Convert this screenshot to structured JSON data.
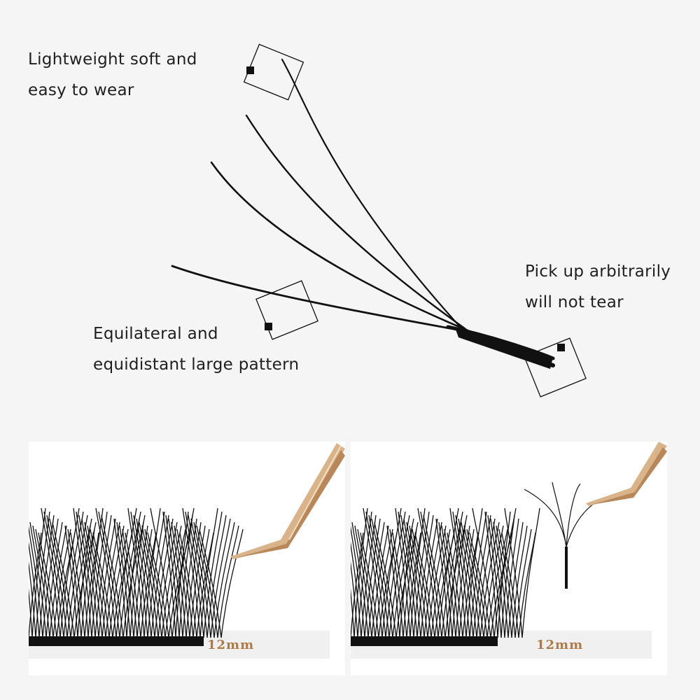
{
  "callouts": {
    "top_left": [
      "Lightweight soft and",
      "easy to wear"
    ],
    "bottom_left": [
      "Equilateral and",
      "equidistant large pattern"
    ],
    "right": [
      "Pick up arbitrarily",
      "will not tear"
    ]
  },
  "photos": {
    "left": {
      "length_label": "12mm"
    },
    "right": {
      "length_label": "12mm"
    }
  },
  "colors": {
    "background": "#f5f5f5",
    "lash": "#111111",
    "tweezer_gold": "#d9b48a",
    "label_text": "#b07a47"
  }
}
